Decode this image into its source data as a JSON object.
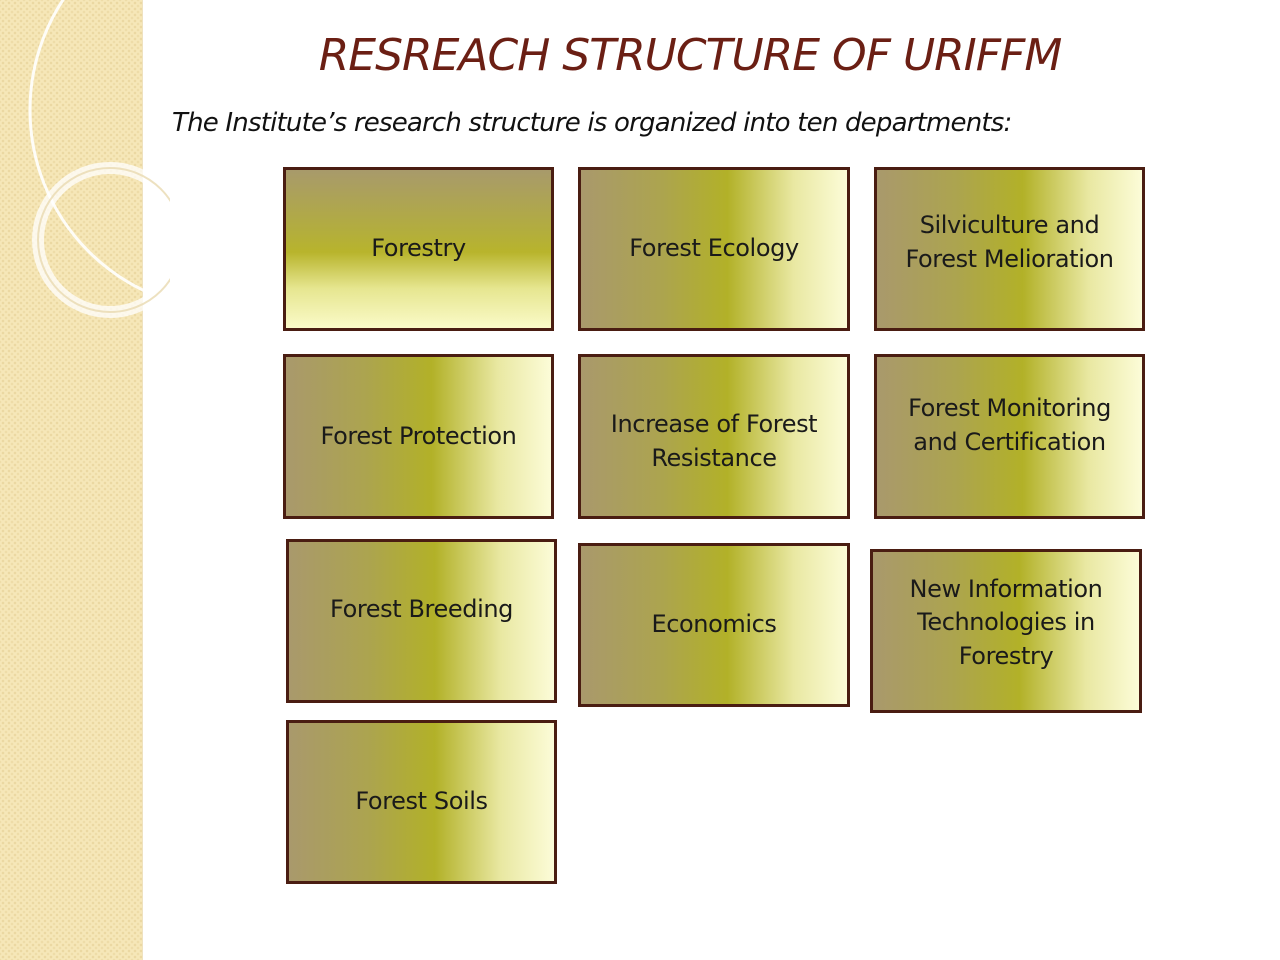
{
  "title": "RESREACH STRUCTURE OF URIFFM",
  "subtitle": "The Institute’s research structure is organized into ten departments:",
  "colors": {
    "title": "#6b1f14",
    "box_border": "#4a1d12",
    "side_band": "#f6e7b8",
    "gradient_dark": "#a9996c",
    "gradient_olive": "#b2b128",
    "gradient_light": "#fcfcd8"
  },
  "departments": [
    {
      "label": "Forestry"
    },
    {
      "label": "Forest Ecology"
    },
    {
      "label": "Silviculture and\nForest Melioration"
    },
    {
      "label": "Forest Protection"
    },
    {
      "label": "Increase of Forest\nResistance"
    },
    {
      "label": "Forest Monitoring\nand Certification"
    },
    {
      "label": "Forest Breeding"
    },
    {
      "label": "Economics"
    },
    {
      "label": "New Information\nTechnologies in\nForestry"
    },
    {
      "label": "Forest Soils"
    }
  ]
}
